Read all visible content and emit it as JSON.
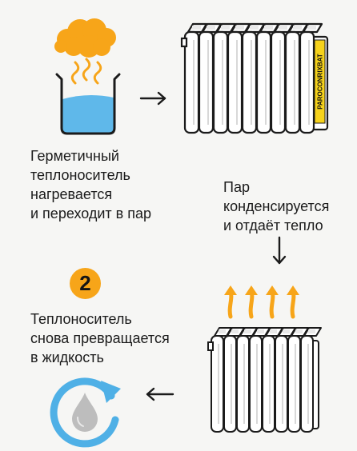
{
  "steps": {
    "heat": {
      "lines": [
        "Герметичный",
        "теплоноситель",
        "нагревается",
        "и переходит в пар"
      ]
    },
    "condense": {
      "lines": [
        "Пар",
        "конденсируется",
        "и отдаёт тепло"
      ]
    },
    "liquid": {
      "lines": [
        "Теплоноситель",
        "снова превращается",
        "в жидкость"
      ]
    }
  },
  "badge": {
    "number": "2"
  },
  "radiator": {
    "label": "PAROCONRIXBAT"
  },
  "icons": {
    "cloud": "steam-cloud-icon",
    "beaker": "heated-beaker-icon",
    "radiator_top": "radiator-icon",
    "radiator_bottom": "radiator-with-heat-icon",
    "cycle": "liquid-cycle-icon",
    "arrows": [
      "arrow-right-icon",
      "arrow-down-icon",
      "arrow-left-icon"
    ]
  },
  "colors": {
    "orange": "#f7a519",
    "water": "#5fb8ea",
    "cycle_blue": "#4fb0e6",
    "label_yellow": "#f6d21b",
    "stroke": "#1b1b1b"
  }
}
